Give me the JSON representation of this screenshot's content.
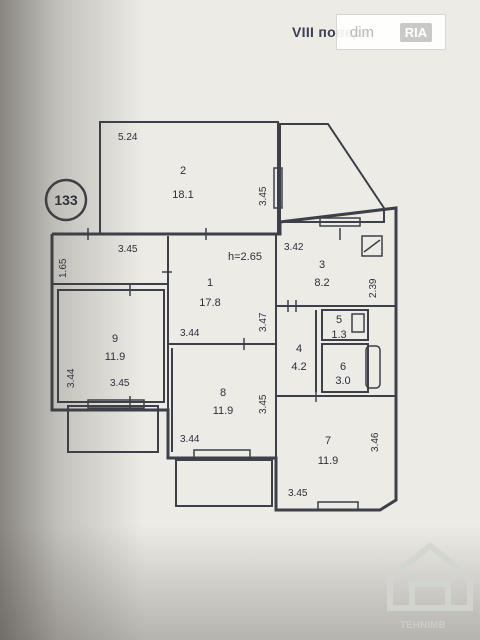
{
  "floor_label": "VIII поверх",
  "watermark": {
    "brand_left": "dim",
    "brand_right": "RIA"
  },
  "corner_logo_text": "TEHNIMB",
  "building_number": "133",
  "ceiling_height": "h=2.65",
  "rooms": [
    {
      "id": "2",
      "area": "18.1"
    },
    {
      "id": "1",
      "area": "17.8"
    },
    {
      "id": "3",
      "area": "8.2"
    },
    {
      "id": "9",
      "area": "11.9"
    },
    {
      "id": "4",
      "area": "4.2"
    },
    {
      "id": "5",
      "area": "1.3"
    },
    {
      "id": "6",
      "area": "3.0"
    },
    {
      "id": "8",
      "area": "11.9"
    },
    {
      "id": "7",
      "area": "11.9"
    }
  ],
  "dimensions": [
    "5.24",
    "3.45",
    "3.45",
    "3.42",
    "1.65",
    "2.39",
    "3.44",
    "3.47",
    "3.44",
    "3.45",
    "3.45",
    "3.44",
    "3.46",
    "3.45"
  ],
  "colors": {
    "line": "#3d4048",
    "paper": "#ecebe6",
    "text": "#2c2f3a"
  }
}
